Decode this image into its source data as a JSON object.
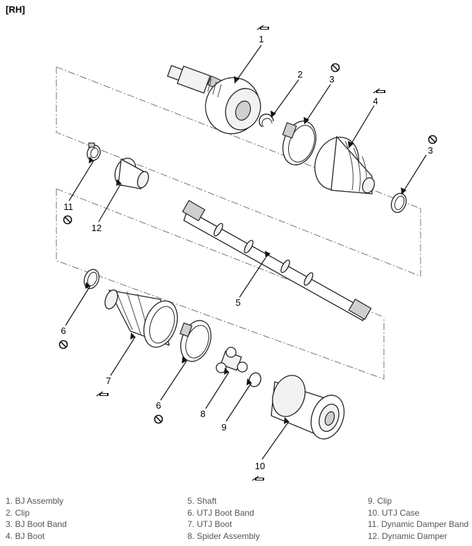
{
  "header": {
    "tag": "[RH]"
  },
  "callouts": [
    {
      "id": "c1",
      "label": "1"
    },
    {
      "id": "c2",
      "label": "2"
    },
    {
      "id": "c3a",
      "label": "3"
    },
    {
      "id": "c3b",
      "label": "3"
    },
    {
      "id": "c4",
      "label": "4"
    },
    {
      "id": "c5",
      "label": "5"
    },
    {
      "id": "c6a",
      "label": "6"
    },
    {
      "id": "c6b",
      "label": "6"
    },
    {
      "id": "c7",
      "label": "7"
    },
    {
      "id": "c8",
      "label": "8"
    },
    {
      "id": "c9",
      "label": "9"
    },
    {
      "id": "c10",
      "label": "10"
    },
    {
      "id": "c11",
      "label": "11"
    },
    {
      "id": "c12",
      "label": "12"
    }
  ],
  "symbols": {
    "grease": "grease-icon",
    "do_not_reuse": "do-not-reuse-icon"
  },
  "legend": {
    "col1": [
      "1. BJ Assembly",
      "2. Clip",
      "3. BJ Boot Band",
      "4. BJ Boot"
    ],
    "col2": [
      "5. Shaft",
      "6. UTJ Boot Band",
      "7. UTJ Boot",
      "8. Spider Assembly"
    ],
    "col3": [
      "9. Clip",
      "10. UTJ Case",
      "11. Dynamic Damper Band",
      "12. Dynamic Damper"
    ]
  }
}
